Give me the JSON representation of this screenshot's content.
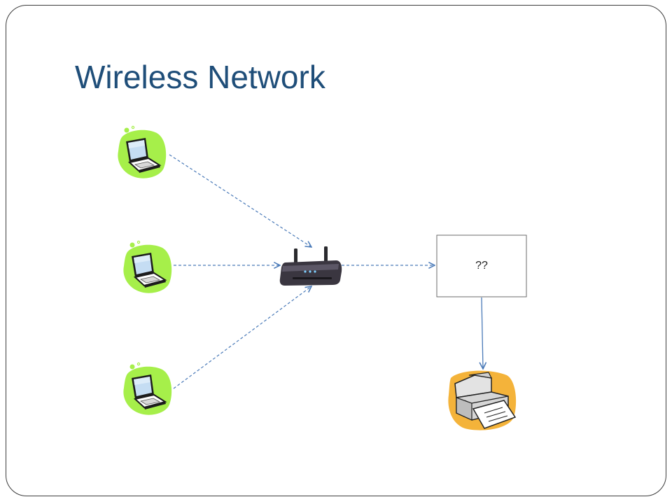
{
  "slide": {
    "title": "Wireless Network"
  },
  "diagram": {
    "nodes": {
      "laptops": [
        {
          "icon": "laptop-icon"
        },
        {
          "icon": "laptop-icon"
        },
        {
          "icon": "laptop-icon"
        }
      ],
      "router": {
        "icon": "wireless-router-icon"
      },
      "unknown_device": {
        "label": "??"
      },
      "printer": {
        "icon": "printer-icon"
      }
    },
    "connections": [
      {
        "from": "laptop-1",
        "to": "router",
        "style": "dashed"
      },
      {
        "from": "laptop-2",
        "to": "router",
        "style": "dashed"
      },
      {
        "from": "laptop-3",
        "to": "router",
        "style": "dashed"
      },
      {
        "from": "router",
        "to": "unknown-device",
        "style": "dashed"
      },
      {
        "from": "unknown-device",
        "to": "printer",
        "style": "solid"
      }
    ]
  },
  "colors": {
    "title": "#1f4e79",
    "connector": "#4a7ab8",
    "laptop_blob": "#a6ef4a",
    "frame_border": "#3c3c3c"
  }
}
